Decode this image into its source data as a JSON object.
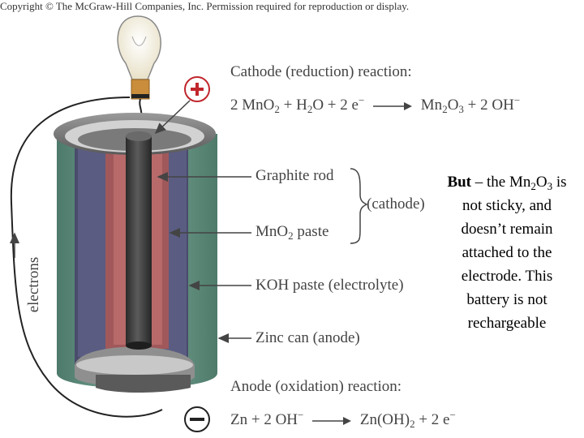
{
  "copyright": "Copyright © The McGraw-Hill Companies, Inc. Permission required for reproduction or display.",
  "cathode_title": "Cathode (reduction) reaction:",
  "cathode_equation": {
    "lhs": [
      "2 MnO",
      "2",
      " + H",
      "2",
      "O + 2 e",
      "−"
    ],
    "rhs": [
      "Mn",
      "2",
      "O",
      "3",
      " + 2 OH",
      "−"
    ]
  },
  "labels": {
    "graphite_rod": "Graphite rod",
    "mno2_paste_a": "MnO",
    "mno2_paste_sub": "2",
    "mno2_paste_b": " paste",
    "cathode_group": "(cathode)",
    "koh_paste": "KOH paste (electrolyte)",
    "zinc_can": "Zinc can (anode)",
    "electrons": "electrons"
  },
  "anode_title": "Anode (oxidation) reaction:",
  "anode_equation": {
    "lhs": [
      "Zn + 2 OH",
      "−"
    ],
    "rhs": [
      "Zn(OH)",
      "2",
      " + 2 e",
      "−"
    ]
  },
  "note": {
    "bold": "But",
    "text_a": " – the Mn",
    "sub_a": "2",
    "text_b": "O",
    "sub_b": "3",
    "text_c": " is not sticky, and doesn’t remain attached to the electrode.  This battery is not rechargeable"
  },
  "symbols": {
    "plus": "+",
    "minus": "−"
  },
  "colors": {
    "can_green": "#5f8f7e",
    "koh_purple": "#585a80",
    "mno2_red": "#a3585a",
    "graphite": "#3a3a3a",
    "terminal_red": "#c0262c"
  },
  "icons": [
    "light-bulb-icon",
    "plus-terminal-icon",
    "minus-terminal-icon",
    "electron-flow-arrow-icon"
  ]
}
